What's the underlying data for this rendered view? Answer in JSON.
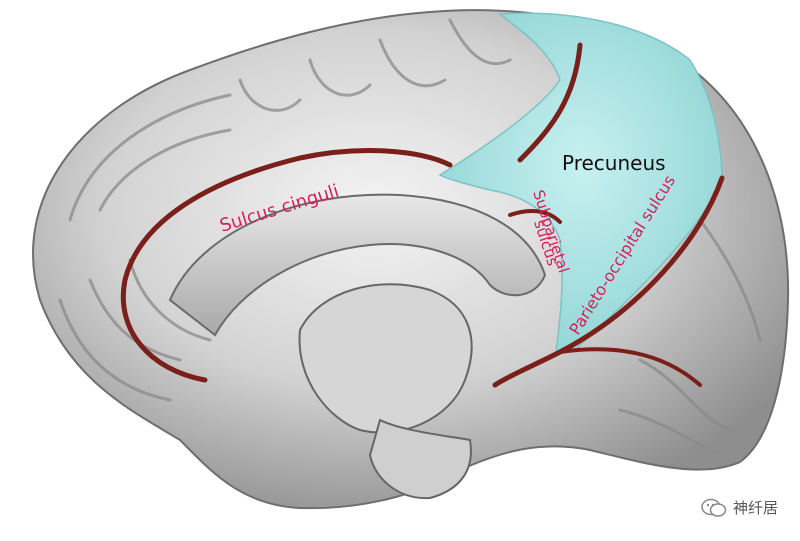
{
  "colors": {
    "background": "#ffffff",
    "cortex": "#c8c8c8",
    "precuneus": "#a8e3e3",
    "sulcus": "#7a1f1a",
    "label_red": "#d61f5a",
    "label_black": "#111111"
  },
  "labels": {
    "precuneus": "Precuneus",
    "sulcus_cinguli": "Sulcus cinguli",
    "subparietal_line1": "Subparietal",
    "subparietal_line2": "sulcus",
    "parieto_occipital": "Parieto-occipital sulcus"
  },
  "watermark": {
    "text": "神纤居",
    "icon": "wechat-icon"
  }
}
